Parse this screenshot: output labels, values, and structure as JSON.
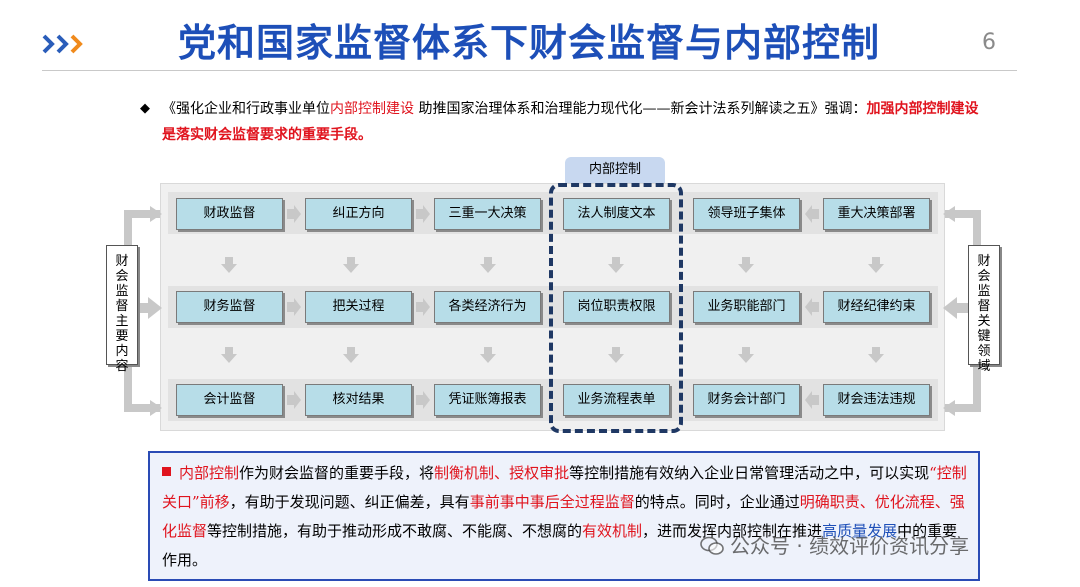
{
  "header": {
    "title": "党和国家监督体系下财会监督与内部控制",
    "page_number": "6"
  },
  "intro": {
    "bullet": "◆",
    "part1": "《强化企业和行政事业单位",
    "part_red": "内部控制建设",
    "part2": " 助推国家治理体系和治理能力现代化——新会计法系列解读之五》强调：",
    "emphasis": "加强内部控制建设是落实财会监督要求的重要手段。"
  },
  "diagram": {
    "left_label": "财会监督主要内容",
    "right_label": "财会监督关键领域",
    "internal_control_label": "内部控制",
    "rows": [
      [
        "财政监督",
        "纠正方向",
        "三重一大决策",
        "法人制度文本",
        "领导班子集体",
        "重大决策部署"
      ],
      [
        "财务监督",
        "把关过程",
        "各类经济行为",
        "岗位职责权限",
        "业务职能部门",
        "财经纪律约束"
      ],
      [
        "会计监督",
        "核对结果",
        "凭证账簿报表",
        "业务流程表单",
        "财务会计部门",
        "财会违法违规"
      ]
    ]
  },
  "bottom": {
    "s1": "内部控制",
    "s2": "作为财会监督的重要手段，将",
    "s3": "制衡机制",
    "s4": "、",
    "s5": "授权审批",
    "s6": "等控制措施有效纳入企业日常管理活动之中，可以实现",
    "s7": "“控制关口”前移",
    "s8": "，有助于发现问题、纠正偏差，具有",
    "s9": "事前事中事后全过程监督",
    "s10": "的特点。同时，企业通过",
    "s11": "明确职责、优化流程、强化监督",
    "s12": "等控制措施，有助于推动形成不敢腐、不能腐、不想腐的",
    "s13": "有效机制",
    "s14": "，进而发挥内部控制在推进",
    "s15": "高质量发展",
    "s16": "中的重要作用。"
  },
  "watermark": "公众号 · 绩效评价资讯分享",
  "colors": {
    "title_blue": "#1d4fb8",
    "accent_red": "#e0141e",
    "node_fill": "#b7dde8",
    "internal_border": "#1f3864",
    "panel_border": "#2a4bb5"
  }
}
